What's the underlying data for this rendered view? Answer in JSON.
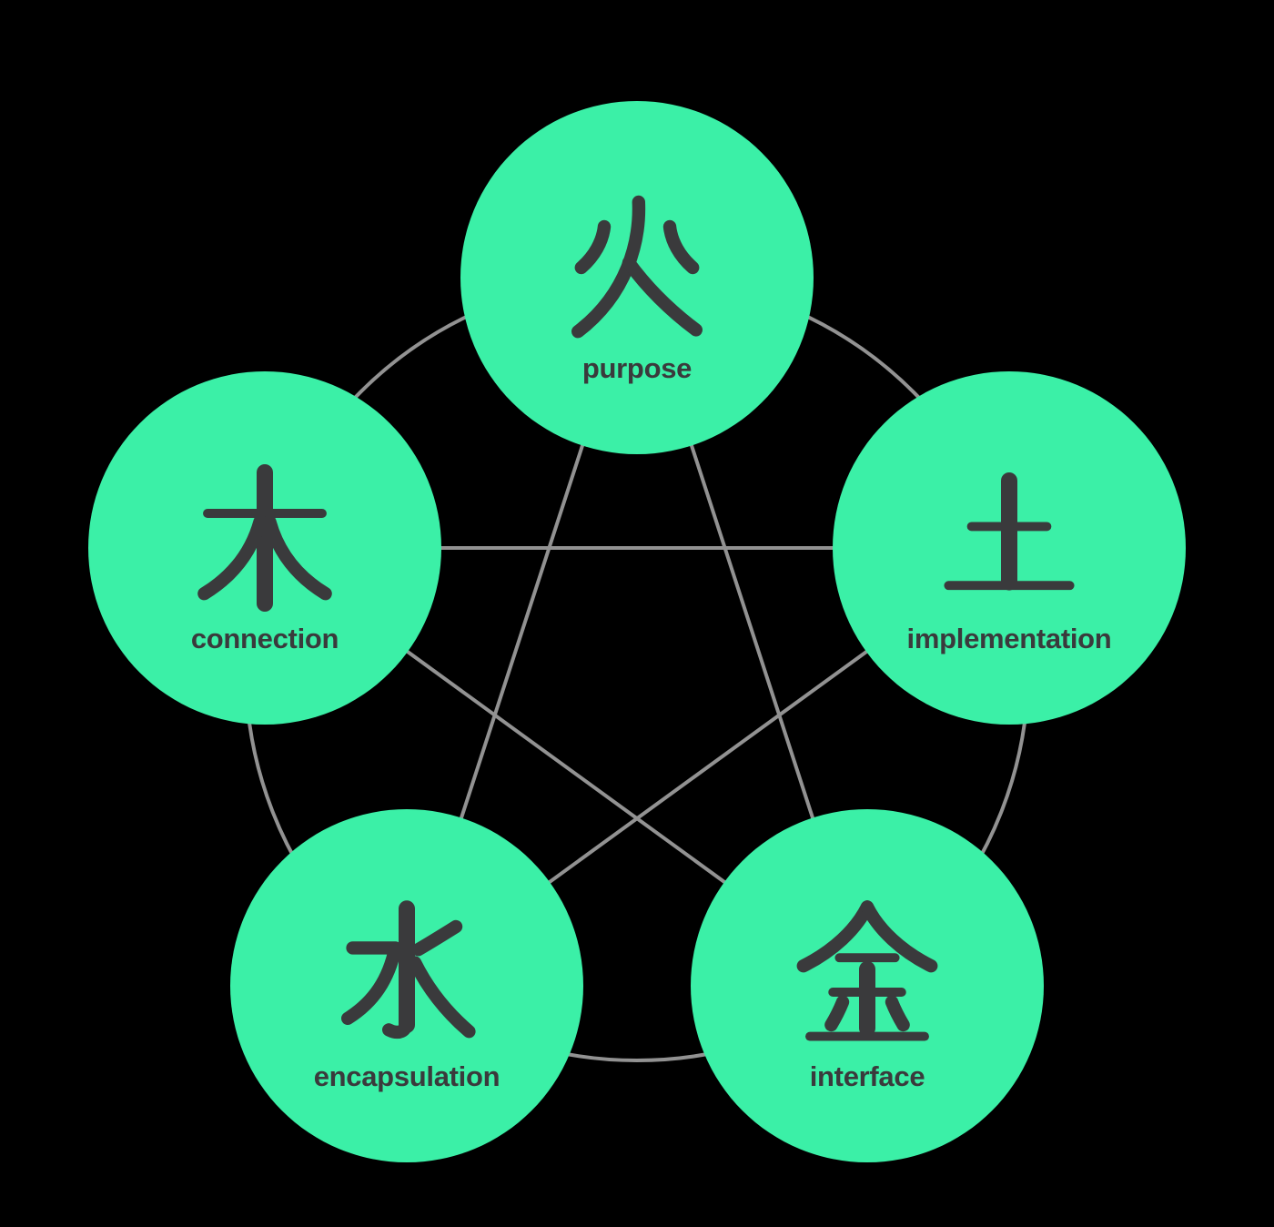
{
  "background": "#000000",
  "colors": {
    "node_fill": "#3BF0A7",
    "glyph": "#3A3A3C",
    "label": "#3A3A3C",
    "connector": "#929292"
  },
  "diagram": {
    "type": "five-element-cycle",
    "nodes": [
      {
        "id": "fire",
        "element_character": "火",
        "element_name": "fire",
        "label": "purpose",
        "position": "top"
      },
      {
        "id": "earth",
        "element_character": "土",
        "element_name": "earth",
        "label": "implementation",
        "position": "right"
      },
      {
        "id": "metal",
        "element_character": "金",
        "element_name": "metal",
        "label": "interface",
        "position": "bottom-right"
      },
      {
        "id": "water",
        "element_character": "水",
        "element_name": "water",
        "label": "encapsulation",
        "position": "bottom-left"
      },
      {
        "id": "wood",
        "element_character": "木",
        "element_name": "wood",
        "label": "connection",
        "position": "left"
      }
    ],
    "connections": {
      "ring": [
        "fire-earth",
        "earth-metal",
        "metal-water",
        "water-wood",
        "wood-fire"
      ],
      "star": [
        "fire-metal",
        "fire-water",
        "earth-water",
        "earth-wood",
        "metal-wood"
      ]
    }
  }
}
